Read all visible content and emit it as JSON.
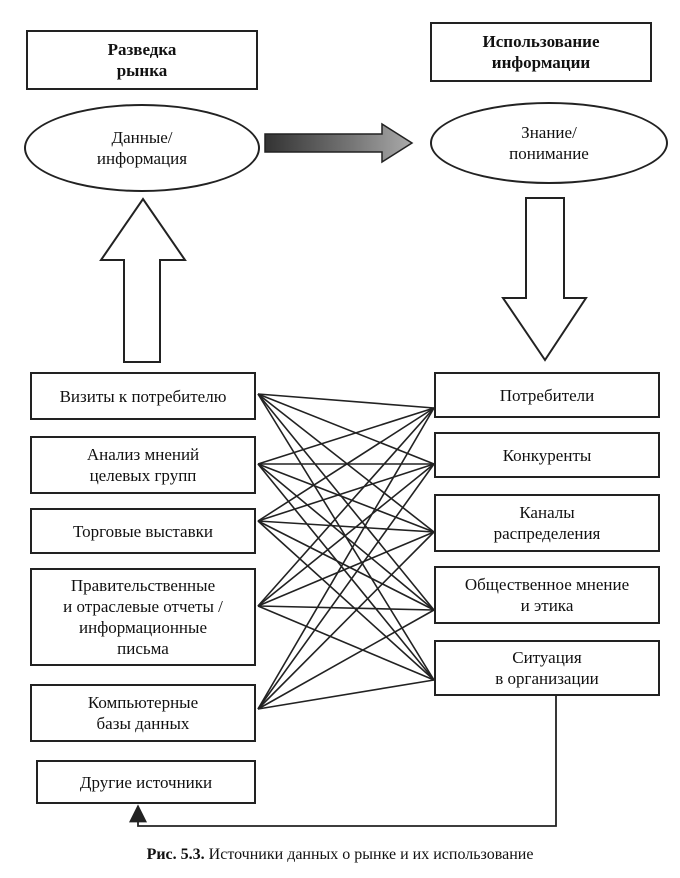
{
  "headers": {
    "left": "Разведка\nрынка",
    "right": "Использование\nинформации"
  },
  "ellipses": {
    "left": "Данные/\nинформация",
    "right": "Знание/\nпонимание"
  },
  "sources": [
    "Визиты к потребителю",
    "Анализ мнений\nцелевых групп",
    "Торговые выставки",
    "Правительственные\nи отраслевые отчеты /\nинформационные\nписьма",
    "Компьютерные\nбазы данных",
    "Другие источники"
  ],
  "uses": [
    "Потребители",
    "Конкуренты",
    "Каналы\nраспределения",
    "Общественное мнение\nи этика",
    "Ситуация\nв организации"
  ],
  "caption": {
    "label": "Рис. 5.3.",
    "text": "Источники данных о рынке и их использование"
  },
  "colors": {
    "line": "#222222",
    "arrow_gradient_start": "#333333",
    "arrow_gradient_end": "#bbbbbb"
  }
}
